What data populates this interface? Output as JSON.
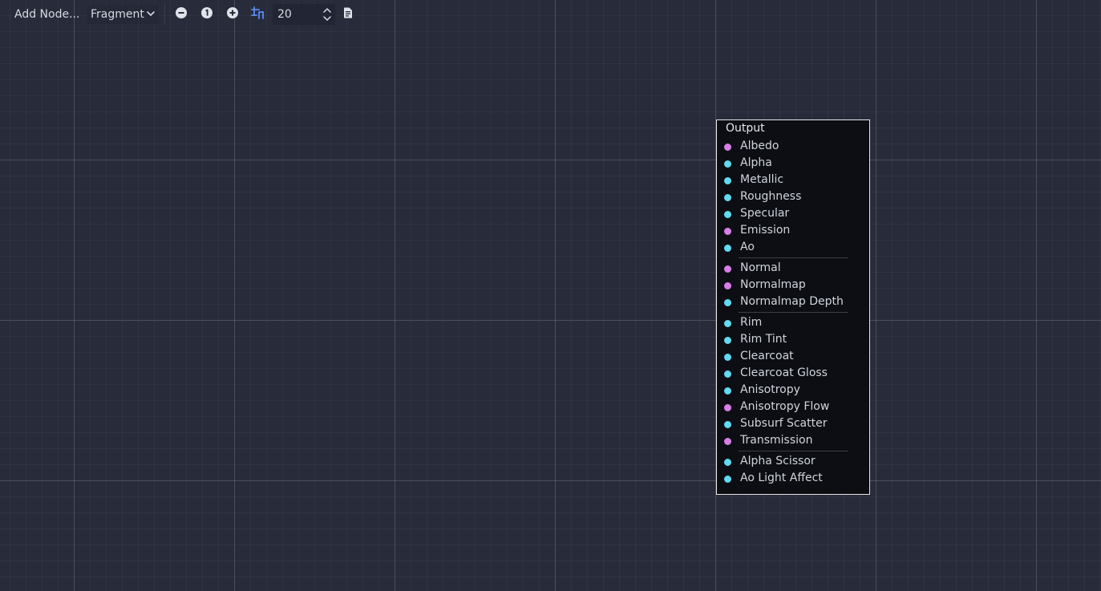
{
  "toolbar": {
    "add_node_label": "Add Node...",
    "shader_mode": "Fragment",
    "zoom_out_icon": "minus-circle-icon",
    "zoom_reset_icon": "one-circle-icon",
    "zoom_in_icon": "plus-circle-icon",
    "snap_icon": "snap-grid-icon",
    "snap_value": "20",
    "snap_accent_color": "#5a8cf2",
    "code_icon": "document-icon"
  },
  "colors": {
    "vector_port": "#d97ee8",
    "scalar_port": "#61daf2",
    "canvas_bg": "#272b3a"
  },
  "node": {
    "title": "Output",
    "ports": [
      {
        "label": "Albedo",
        "type": "vector"
      },
      {
        "label": "Alpha",
        "type": "scalar"
      },
      {
        "label": "Metallic",
        "type": "scalar"
      },
      {
        "label": "Roughness",
        "type": "scalar"
      },
      {
        "label": "Specular",
        "type": "scalar"
      },
      {
        "label": "Emission",
        "type": "vector"
      },
      {
        "label": "Ao",
        "type": "scalar"
      },
      {
        "label": "Normal",
        "type": "vector"
      },
      {
        "label": "Normalmap",
        "type": "vector"
      },
      {
        "label": "Normalmap Depth",
        "type": "scalar"
      },
      {
        "label": "Rim",
        "type": "scalar"
      },
      {
        "label": "Rim Tint",
        "type": "scalar"
      },
      {
        "label": "Clearcoat",
        "type": "scalar"
      },
      {
        "label": "Clearcoat Gloss",
        "type": "scalar"
      },
      {
        "label": "Anisotropy",
        "type": "scalar"
      },
      {
        "label": "Anisotropy Flow",
        "type": "vector"
      },
      {
        "label": "Subsurf Scatter",
        "type": "scalar"
      },
      {
        "label": "Transmission",
        "type": "vector"
      },
      {
        "label": "Alpha Scissor",
        "type": "scalar"
      },
      {
        "label": "Ao Light Affect",
        "type": "scalar"
      }
    ]
  }
}
